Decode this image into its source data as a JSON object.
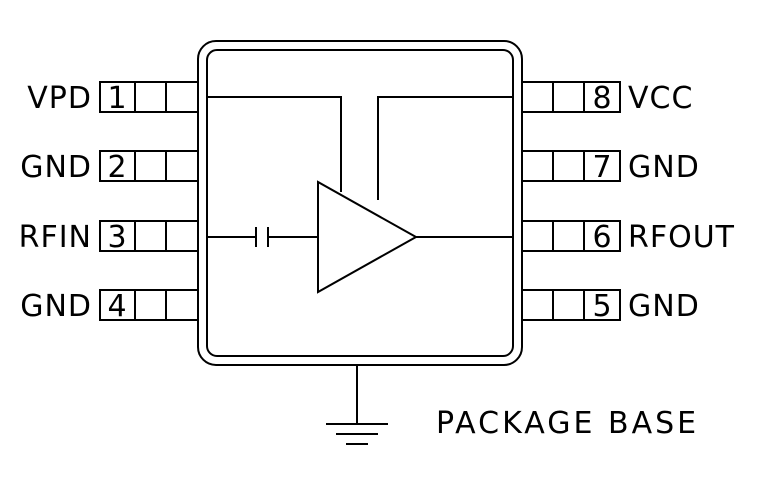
{
  "pins_left": [
    {
      "number": "1",
      "name": "VPD"
    },
    {
      "number": "2",
      "name": "GND"
    },
    {
      "number": "3",
      "name": "RFIN"
    },
    {
      "number": "4",
      "name": "GND"
    }
  ],
  "pins_right": [
    {
      "number": "8",
      "name": "VCC"
    },
    {
      "number": "7",
      "name": "GND"
    },
    {
      "number": "6",
      "name": "RFOUT"
    },
    {
      "number": "5",
      "name": "GND"
    }
  ],
  "package_base_label": "PACKAGE BASE"
}
